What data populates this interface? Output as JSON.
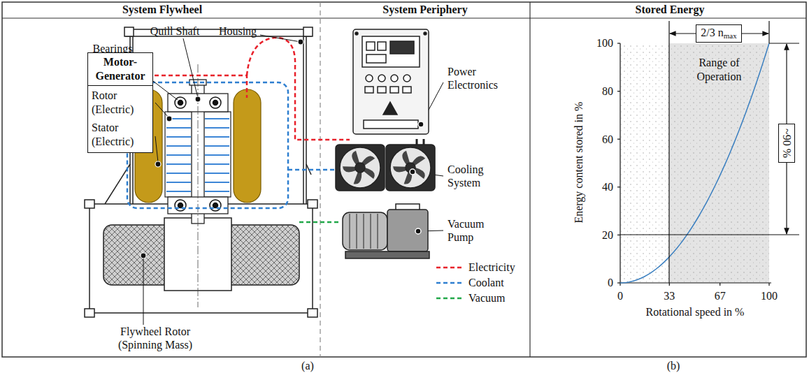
{
  "diagram": {
    "nodes": [
      {
        "text": [
          "Motor-Generator",
          "Rotor (Electric)",
          "Stator (Electric)"
        ]
      },
      {
        "text": [
          "2/3 n",
          "max"
        ]
      },
      {
        "text": [
          "Range of Operation"
        ]
      },
      {
        "text": [
          "~90 %"
        ]
      }
    ],
    "labels": [
      "System Flywheel",
      "System Periphery",
      "Stored Energy",
      "Bearings",
      "Quill Shaft",
      "Housing",
      "Flywheel Rotor (Spinning Mass)",
      "Power Electronics",
      "Cooling System",
      "Vacuum Pump",
      "0",
      "20",
      "40",
      "60",
      "80",
      "100",
      "0",
      "33",
      "67",
      "100",
      "Energy content stored in %",
      "Rotational speed in %",
      "(a)",
      "(b)"
    ],
    "legend": [
      {
        "text": "Electricity"
      },
      {
        "text": "Coolant"
      },
      {
        "text": "Vacuum"
      }
    ]
  }
}
